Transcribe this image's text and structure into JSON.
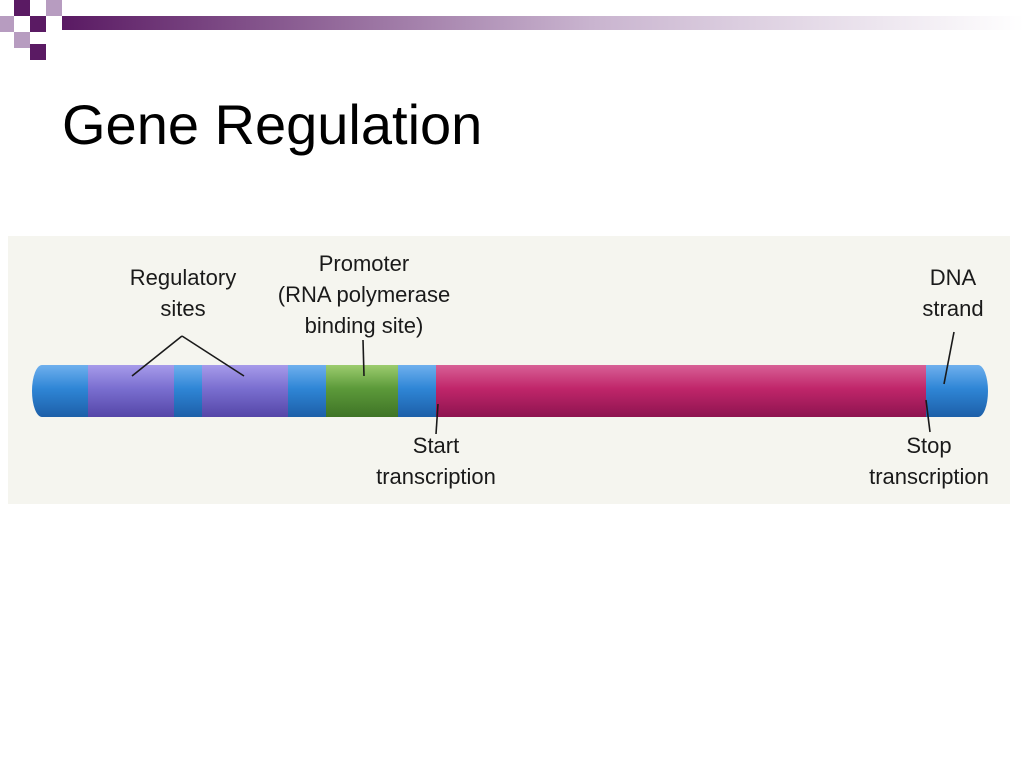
{
  "slide": {
    "title": "Gene Regulation"
  },
  "labels": {
    "regulatory_sites": [
      "Regulatory",
      "sites"
    ],
    "promoter": [
      "Promoter",
      "(RNA polymerase",
      "binding site)"
    ],
    "dna_strand": [
      "DNA",
      "strand"
    ],
    "start_transcription": [
      "Start",
      "transcription"
    ],
    "stop_transcription": [
      "Stop",
      "transcription"
    ]
  },
  "colors": {
    "dna_blue": "#2f86d6",
    "regulatory_purple": "#7a6fd0",
    "promoter_green": "#5c9a3a",
    "transcribed_magenta": "#c0266a",
    "deco_purple": "#5a1a63",
    "deco_light": "#b79cc0",
    "panel_bg": "#f5f5ef"
  }
}
